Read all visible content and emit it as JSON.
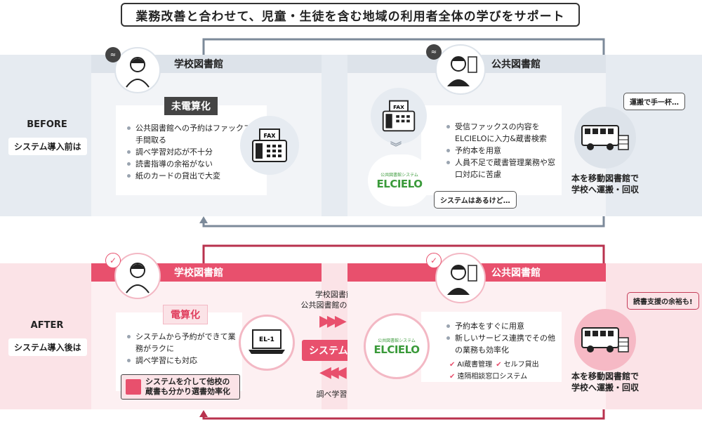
{
  "title": "業務改善と合わせて、児童・生徒を含む地域の利用者全体の学びをサポート",
  "before": {
    "label": "BEFORE",
    "tag": "システム導入前は",
    "school": {
      "header": "学校図書館",
      "badge": "未電算化",
      "bullets": [
        "公共図書館への予約はファックスで手間取る",
        "調べ学習対応が不十分",
        "読書指導の余裕がない",
        "紙のカードの貸出で大変"
      ]
    },
    "public": {
      "header": "公共図書館",
      "bullets": [
        "受信ファックスの内容をELCIELOに入力&蔵書検索",
        "予約本を用意",
        "人員不足で蔵書管理業務や窓口対応に苦慮"
      ],
      "bubble": "システムはあるけど…"
    },
    "fax_label": "FAX",
    "system_logo_small": "公共図書館システム",
    "system_logo": "ELCIELO",
    "bus_bubble": "運搬で手一杯…",
    "bus_caption": [
      "本を移動図書館で",
      "学校へ運搬・回収"
    ]
  },
  "after": {
    "label": "AFTER",
    "tag": "システム導入後は",
    "school": {
      "header": "学校図書館",
      "badge": "電算化",
      "bullets": [
        "システムから予約ができて業務がラクに",
        "調べ学習にも対応"
      ],
      "highlight": [
        "システムを介して他校の",
        "蔵書も分かり選書効率化"
      ]
    },
    "public": {
      "header": "公共図書館",
      "bullets": [
        "予約本をすぐに用意",
        "新しいサービス連携でその他の業務も効率化"
      ],
      "checks": [
        "AI蔵書管理",
        "セルフ貸出",
        "遠隔相談窓口システム"
      ]
    },
    "pc_label": "EL-1",
    "system_logo_small": "公共図書館システム",
    "system_logo": "ELCIELO",
    "link_label": "システム連携",
    "top_note": [
      "学校図書館のPCから",
      "公共図書館の本を検索・予約"
    ],
    "bottom_note": "調べ学習の支援など",
    "bus_bubble": "読書支援の余裕も!",
    "bus_caption": [
      "本を移動図書館で",
      "学校へ運搬・回収"
    ]
  },
  "colors": {
    "accent": "#e8506d",
    "before_bg": "#e6ebf1",
    "after_bg": "#fbe3e7",
    "arrow_gray": "#7c8a9a",
    "arrow_red": "#b8324e"
  }
}
